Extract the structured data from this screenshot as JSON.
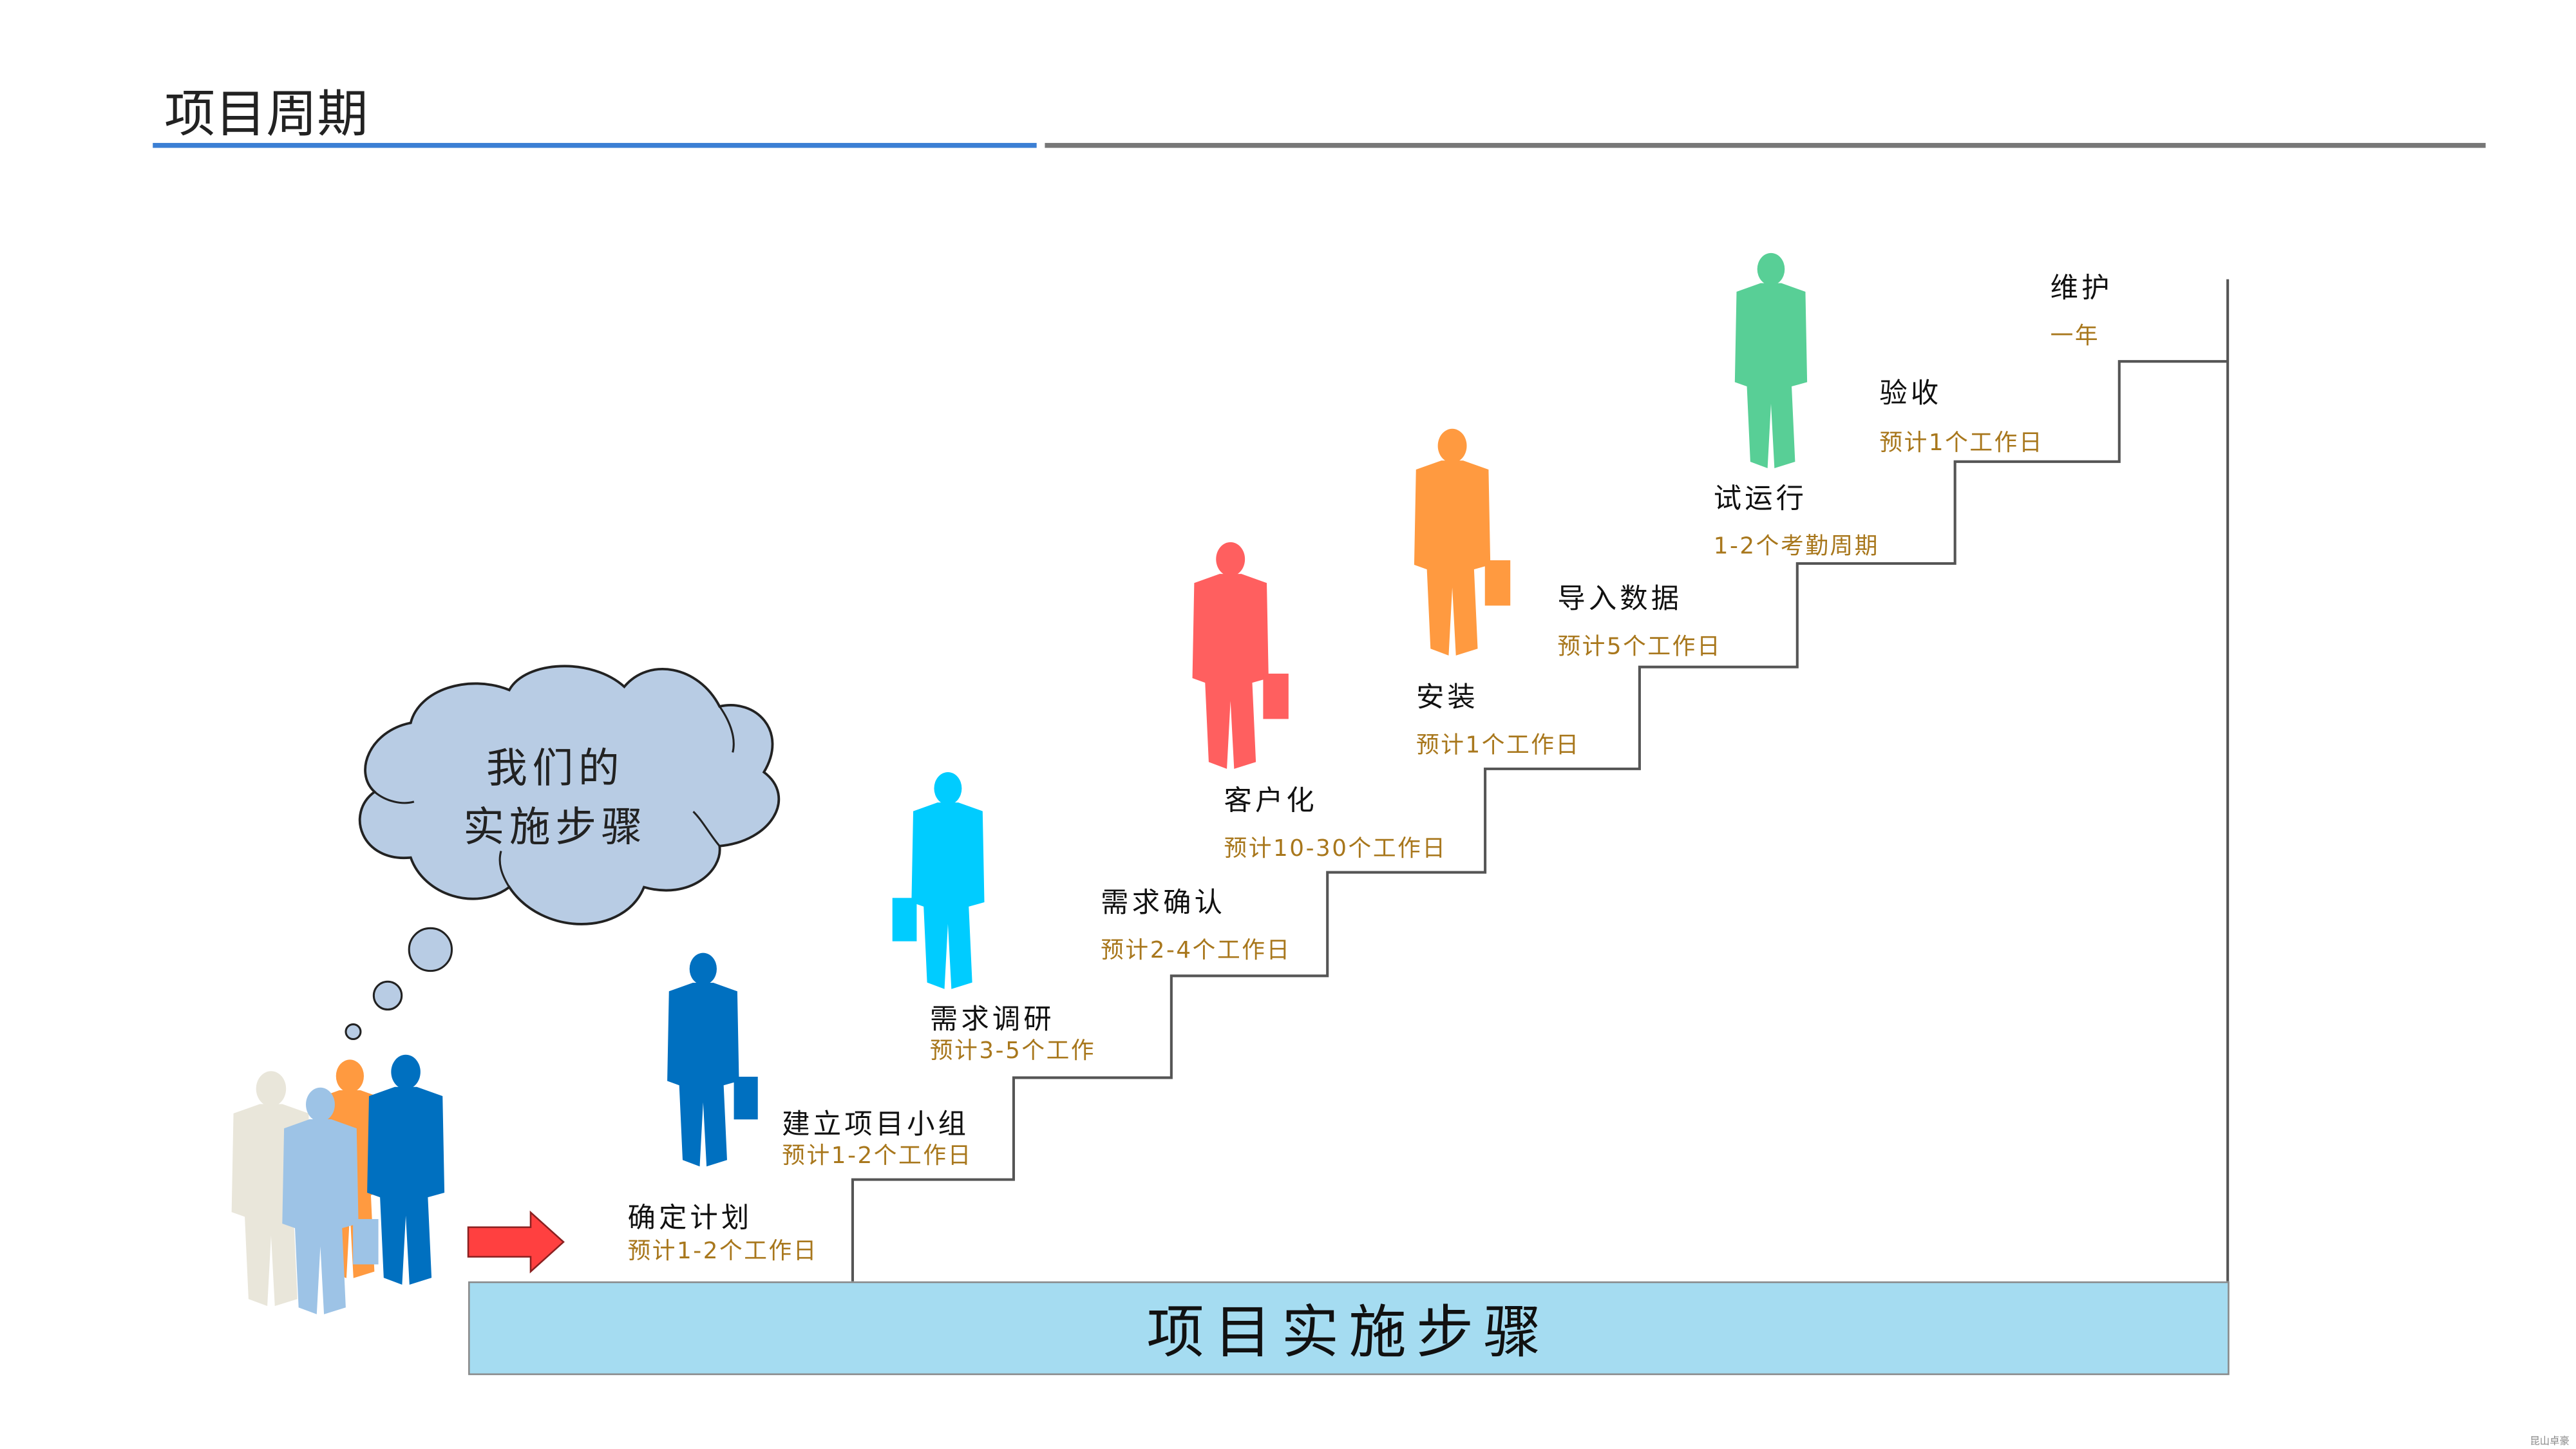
{
  "header": {
    "title": "项目周期"
  },
  "cloud": {
    "line1": "我们的",
    "line2": "实施步骤"
  },
  "bar_label": "项目实施步骤",
  "steps": [
    {
      "name": "确定计划",
      "duration": "预计1-2个工作日"
    },
    {
      "name": "建立项目小组",
      "duration": "预计1-2个工作日"
    },
    {
      "name": "需求调研",
      "duration": "预计3-5个工作"
    },
    {
      "name": "需求确认",
      "duration": "预计2-4个工作日"
    },
    {
      "name": "客户化",
      "duration": "预计10-30个工作日"
    },
    {
      "name": "安装",
      "duration": "预计1个工作日"
    },
    {
      "name": "导入数据",
      "duration": "预计5个工作日"
    },
    {
      "name": "试运行",
      "duration": "1-2个考勤周期"
    },
    {
      "name": "验收",
      "duration": "预计1个工作日"
    },
    {
      "name": "维护",
      "duration": "一年"
    }
  ],
  "footer": "昆山卓豪",
  "colors": {
    "accent_blue": "#3b7fd4",
    "bar_fill": "#a5dcf1",
    "cloud_fill": "#b8cce4",
    "duration_text": "#a8771c",
    "arrow": "#ff4040"
  }
}
